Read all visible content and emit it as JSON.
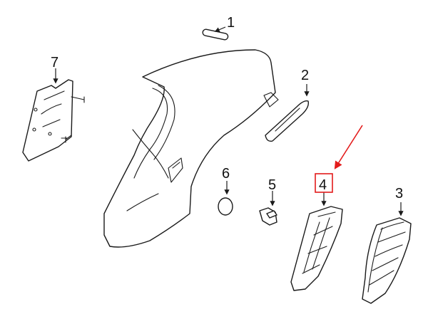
{
  "callouts": [
    {
      "id": "1",
      "label": "1"
    },
    {
      "id": "2",
      "label": "2"
    },
    {
      "id": "3",
      "label": "3"
    },
    {
      "id": "4",
      "label": "4",
      "highlighted": true
    },
    {
      "id": "5",
      "label": "5"
    },
    {
      "id": "6",
      "label": "6"
    },
    {
      "id": "7",
      "label": "7"
    }
  ],
  "colors": {
    "line": "#1a1a1a",
    "highlight": "#e31b1b",
    "background": "#ffffff"
  }
}
